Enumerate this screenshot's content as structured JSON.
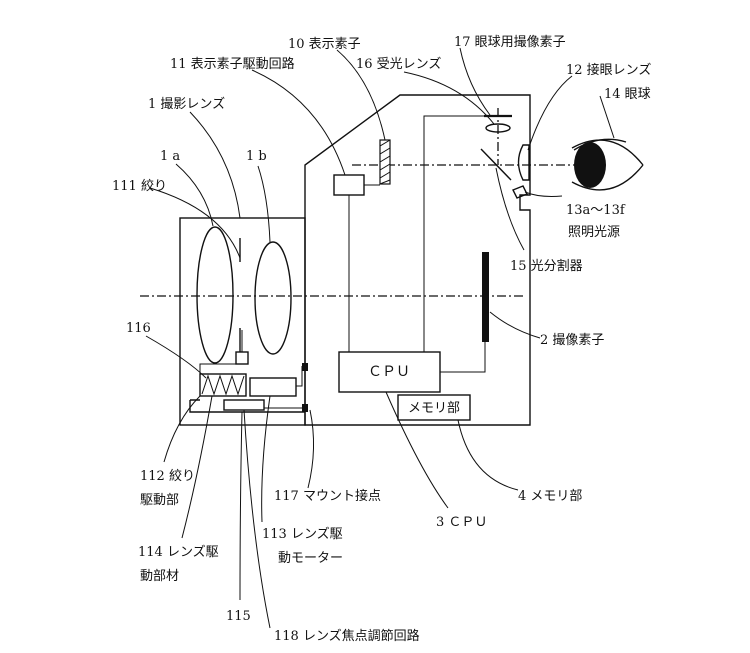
{
  "labels": {
    "l10": "10 表示素子",
    "l11": "11 表示素子駆動回路",
    "l17": "17 眼球用撮像素子",
    "l16": "16 受光レンズ",
    "l12": "12 接眼レンズ",
    "l14": "14 眼球",
    "l1": "1 撮影レンズ",
    "l1a": "1 a",
    "l1b": "1 b",
    "l111": "111 絞り",
    "l116": "116",
    "l13a": "13a～13f",
    "l13b": "照明光源",
    "l15": "15 光分割器",
    "l2": "2 撮像素子",
    "cpu_box": "ＣＰＵ",
    "mem_box": "メモリ部",
    "l112a": "112 絞り",
    "l112b": "駆動部",
    "l117": "117 マウント接点",
    "l4": "4 メモリ部",
    "l113a": "113 レンズ駆",
    "l113b": "動モーター",
    "l3": "3 ＣＰＵ",
    "l114a": "114 レンズ駆",
    "l114b": "動部材",
    "l115": "115",
    "l118": "118 レンズ焦点調節回路"
  }
}
